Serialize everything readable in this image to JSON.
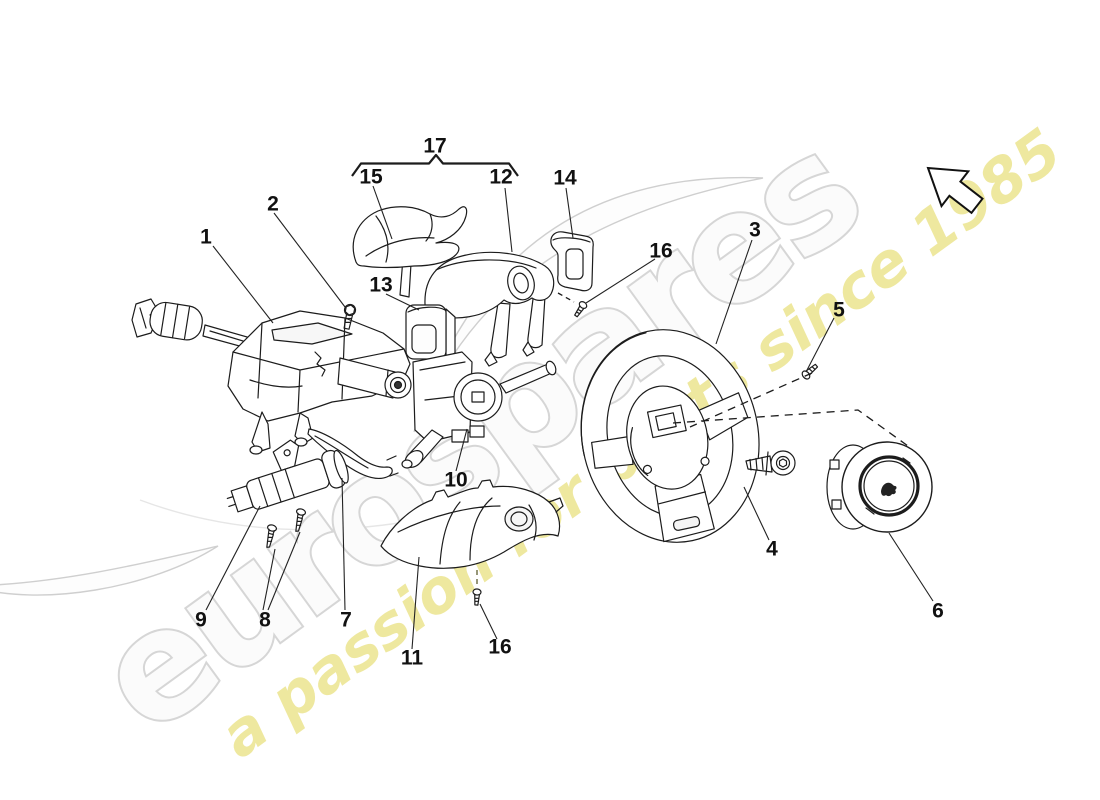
{
  "watermark": {
    "brand": "eurospares",
    "tagline": "a passion for parts since 1985",
    "brand_fill_color": "#fbfbfb",
    "brand_outline_color": "#d6d6d6",
    "tagline_color": "#ece48f"
  },
  "icons": {
    "cursor": "nw-arrow-cursor",
    "logo_badge": "bull-logo"
  },
  "callouts": [
    {
      "id": "part-1",
      "label": "1"
    },
    {
      "id": "part-2",
      "label": "2"
    },
    {
      "id": "part-17",
      "label": "17"
    },
    {
      "id": "part-15",
      "label": "15"
    },
    {
      "id": "part-12",
      "label": "12"
    },
    {
      "id": "part-14",
      "label": "14"
    },
    {
      "id": "part-13",
      "label": "13"
    },
    {
      "id": "part-16a",
      "label": "16"
    },
    {
      "id": "part-3",
      "label": "3"
    },
    {
      "id": "part-5",
      "label": "5"
    },
    {
      "id": "part-4",
      "label": "4"
    },
    {
      "id": "part-6",
      "label": "6"
    },
    {
      "id": "part-9",
      "label": "9"
    },
    {
      "id": "part-8",
      "label": "8"
    },
    {
      "id": "part-7",
      "label": "7"
    },
    {
      "id": "part-10",
      "label": "10"
    },
    {
      "id": "part-11",
      "label": "11"
    },
    {
      "id": "part-16b",
      "label": "16"
    }
  ]
}
